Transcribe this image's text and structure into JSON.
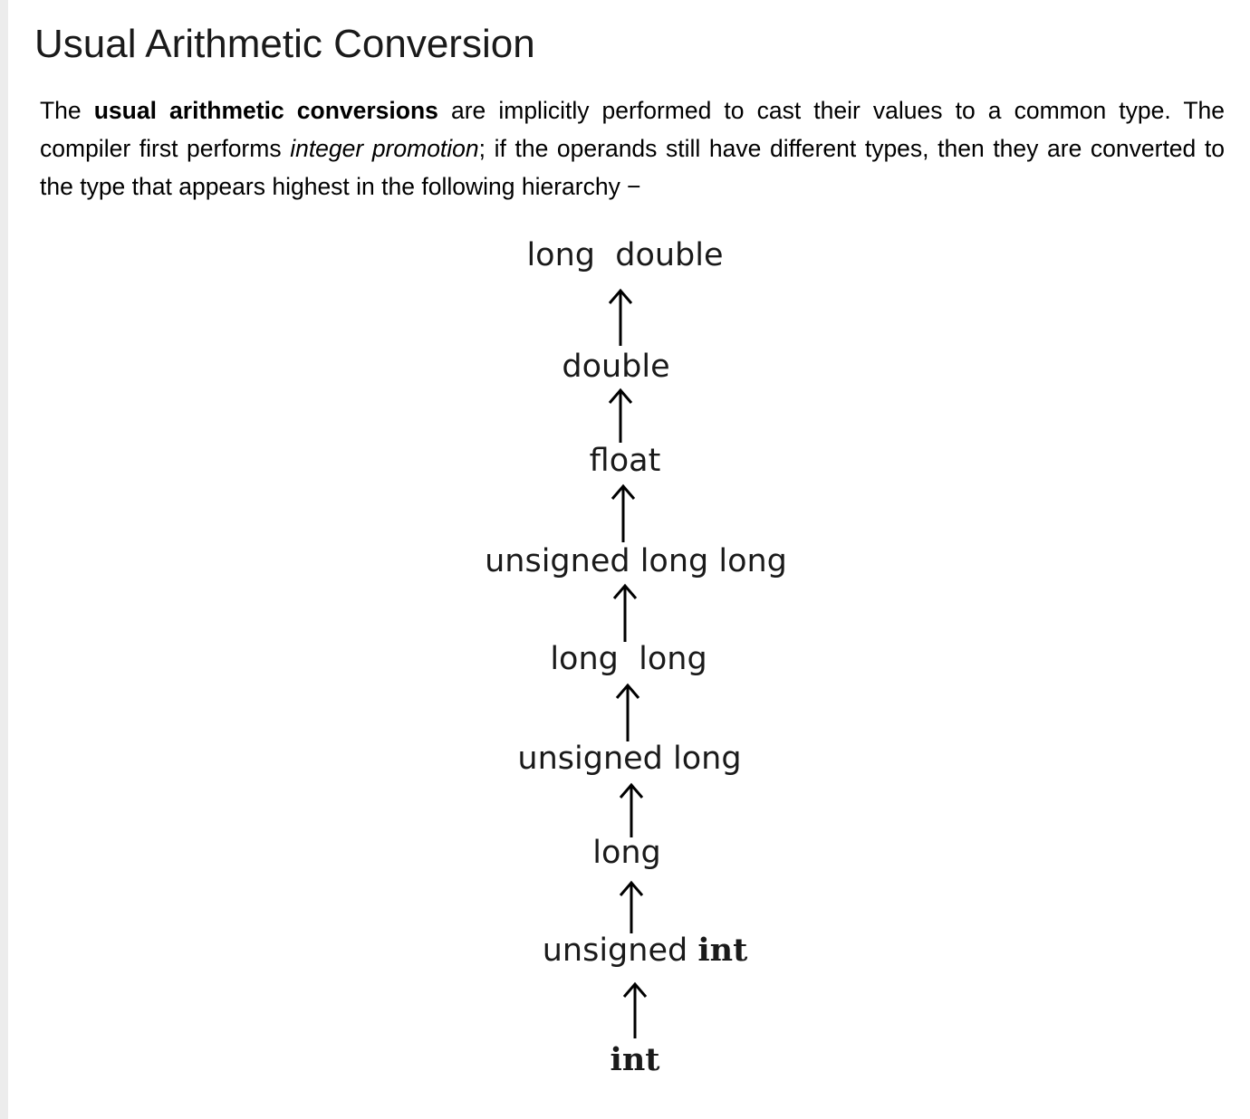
{
  "title": "Usual Arithmetic Conversion",
  "intro": {
    "part1": "The ",
    "bold_term": "usual arithmetic conversions",
    "part2": " are implicitly performed to cast their values to a common type. The compiler first performs ",
    "italic_term": "integer promotion",
    "part3": "; if the operands still have different types, then they are converted to the type that appears highest in the following hierarchy −"
  },
  "hierarchy": {
    "long_double": "long  double",
    "double": "double",
    "float": "float",
    "unsigned_long_long": "unsigned long long",
    "long_long": "long  long",
    "unsigned_long": "unsigned long",
    "long": "long",
    "unsigned_int_prefix": "unsigned",
    "unsigned_int_suffix": "int",
    "int": "int"
  },
  "colors": {
    "text": "#1a1a1a",
    "sidebar": "#ececec"
  }
}
